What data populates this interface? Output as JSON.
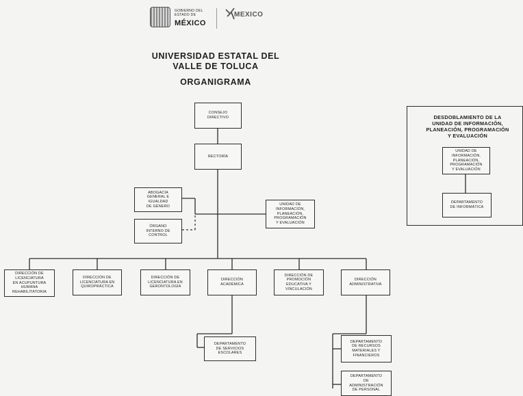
{
  "header": {
    "gov_line1": "GOBIERNO DEL",
    "gov_line2": "ESTADO DE",
    "gov_state": "MÉXICO",
    "mexico_logo_text": "MEXICO"
  },
  "title": {
    "line1": "UNIVERSIDAD ESTATAL DEL",
    "line2": "VALLE DE TOLUCA",
    "subtitle": "ORGANIGRAMA"
  },
  "nodes": {
    "consejo": [
      "CONSEJO",
      "DIRECTIVO"
    ],
    "rectoria": [
      "RECTORÍA"
    ],
    "abogacia": [
      "ABOGACÍA",
      "GENERAL E",
      "IGUALDAD",
      "DE GÉNERO"
    ],
    "organo": [
      "ÓRGANO",
      "INTERNO DE",
      "CONTROL"
    ],
    "unidad": [
      "UNIDAD DE",
      "INFORMACIÓN,",
      "PLANEACIÓN,",
      "PROGRAMACIÓN",
      "Y EVALUACIÓN"
    ],
    "dir_acupuntura": [
      "DIRECCIÓN DE",
      "LICENCIATURA",
      "EN ACUPUNTURA",
      "HUMANA",
      "REHABILITATORIA"
    ],
    "dir_quiropractica": [
      "DIRECCIÓN DE",
      "LICENCIATURA EN",
      "QUIROPRÁCTICA"
    ],
    "dir_gerontologia": [
      "DIRECCIÓN DE",
      "LICENCIATURA EN",
      "GERONTOLOGÍA"
    ],
    "dir_academica": [
      "DIRECCIÓN",
      "ACADÉMICA"
    ],
    "dir_promocion": [
      "DIRECCIÓN DE",
      "PROMOCIÓN",
      "EDUCATIVA Y",
      "VINCULACIÓN"
    ],
    "dir_administrativa": [
      "DIRECCIÓN",
      "ADMINISTRATIVA"
    ],
    "depto_servicios": [
      "DEPARTAMENTO",
      "DE SERVICIOS",
      "ESCOLARES"
    ],
    "depto_recursos": [
      "DEPARTAMENTO",
      "DE RECURSOS",
      "MATERIALES Y",
      "FINANCIEROS"
    ],
    "depto_personal": [
      "DEPARTAMENTO",
      "DE",
      "ADMINISTRACIÓN",
      "DE PERSONAL"
    ]
  },
  "side_panel": {
    "title": [
      "DESDOBLAMIENTO DE LA",
      "UNIDAD DE INFORMACIÓN,",
      "PLANEACIÓN, PROGRAMACIÓN",
      "Y EVALUACIÓN"
    ],
    "unidad": [
      "UNIDAD DE",
      "INFORMACIÓN,",
      "PLANEACIÓN,",
      "PROGRAMACIÓN",
      "Y EVALUACIÓN"
    ],
    "depto_informatica": [
      "DEPARTAMENTO",
      "DE INFORMÁTICA"
    ]
  }
}
